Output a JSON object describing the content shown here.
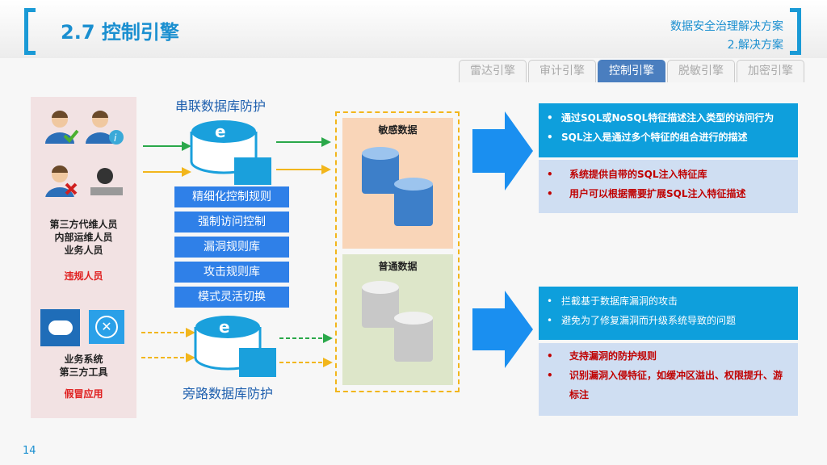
{
  "header": {
    "title": "2.7 控制引擎",
    "subtitle1": "数据安全治理解决方案",
    "subtitle2": "2.解决方案"
  },
  "tabs": [
    {
      "label": "雷达引擎"
    },
    {
      "label": "审计引擎"
    },
    {
      "label": "控制引擎",
      "active": true
    },
    {
      "label": "脱敏引擎"
    },
    {
      "label": "加密引擎"
    }
  ],
  "left": {
    "people": "第三方代维人员",
    "people2": "内部运维人员",
    "people3": "业务人员",
    "violator": "违规人员",
    "systems": "业务系统",
    "systems2": "第三方工具",
    "fake": "假冒应用"
  },
  "middle": {
    "serial_title": "串联数据库防护",
    "bypass_title": "旁路数据库防护",
    "rules": [
      "精细化控制规则",
      "强制访问控制",
      "漏洞规则库",
      "攻击规则库",
      "模式灵活切换"
    ]
  },
  "zones": {
    "sensitive": "敏感数据",
    "normal": "普通数据"
  },
  "right": {
    "box1_blue": [
      "通过SQL或NoSQL特征描述注入类型的访问行为",
      "SQL注入是通过多个特征的组合进行的描述"
    ],
    "box1_light": [
      "系统提供自带的SQL注入特征库",
      "用户可以根据需要扩展SQL注入特征描述"
    ],
    "box2_blue": [
      "拦截基于数据库漏洞的攻击",
      "避免为了修复漏洞而升级系统导致的问题"
    ],
    "box2_light": [
      "支持漏洞的防护规则",
      "识别漏洞入侵特征，如缓冲区溢出、权限提升、游标注"
    ]
  },
  "page_number": "14",
  "colors": {
    "accent": "#1a9ad6",
    "tab_active": "#4a7ebf",
    "rule_box": "#2f80e8"
  }
}
